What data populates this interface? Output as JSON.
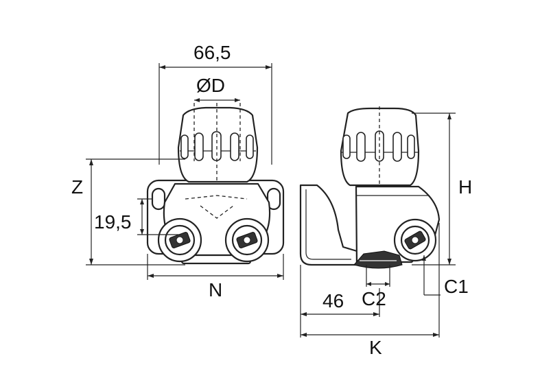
{
  "labels": {
    "width_66_5": "66,5",
    "diameter_d": "ØD",
    "z": "Z",
    "h_19_5": "19,5",
    "n": "N",
    "h": "H",
    "c1": "C1",
    "c2": "C2",
    "d_46": "46",
    "k": "K"
  },
  "colors": {
    "line": "#222222",
    "background": "#ffffff"
  }
}
